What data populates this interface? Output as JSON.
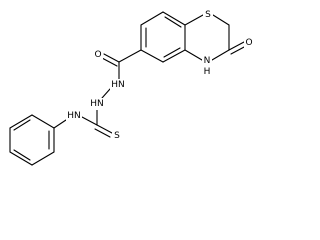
{
  "atoms": {
    "sulfur": "S",
    "ring_nh": "N\nH",
    "ring_nh_n": "N",
    "ring_nh_h": "H",
    "ketone_o": "O",
    "amide_o": "O",
    "hydrazide_nh1": "HN",
    "hydrazide_nh2": "HN",
    "thioamide_s": "S",
    "anilide_nh": "HN"
  },
  "colors": {
    "bond": "#000000",
    "label": "#000000",
    "background": "#ffffff"
  }
}
